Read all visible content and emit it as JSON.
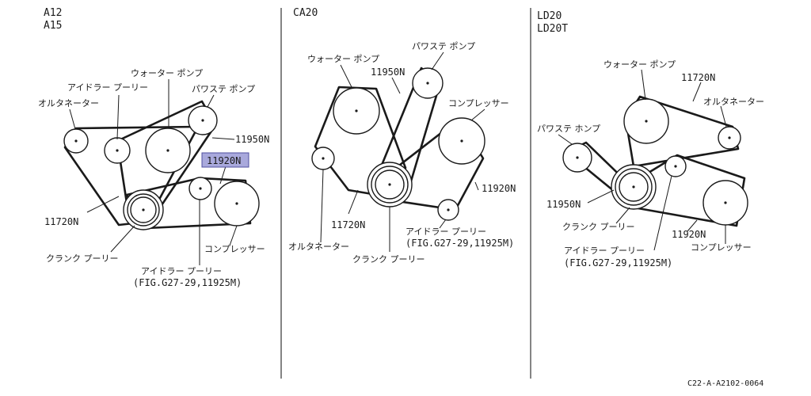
{
  "panels": [
    {
      "engine": [
        "A12",
        "A15"
      ],
      "labels": {
        "water_pump": "ウォーター ポンプ",
        "idler_pulley": "アイドラー プーリー",
        "alternator": "オルタネーター",
        "power_steering_pump": "パワステ ポンプ",
        "belt_11950n": "11950N",
        "belt_11920n": "11920N",
        "belt_11720n": "11720N",
        "crank_pulley": "クランク プーリー",
        "compressor": "コンプレッサー",
        "idler_pulley_lower": "アイドラー プーリー",
        "fig_ref": "(FIG.G27-29,11925M)"
      },
      "highlighted_part": "11920N"
    },
    {
      "engine": [
        "CA20"
      ],
      "labels": {
        "water_pump": "ウォーター ポンプ",
        "power_steering_pump": "パワステ ポンプ",
        "belt_11950n": "11950N",
        "compressor": "コンプレッサー",
        "belt_11920n": "11920N",
        "belt_11720n": "11720N",
        "idler_pulley": "アイドラー プーリー",
        "fig_ref": "(FIG.G27-29,11925M)",
        "alternator": "オルタネーター",
        "crank_pulley": "クランク プーリー"
      }
    },
    {
      "engine": [
        "LD20",
        "LD20T"
      ],
      "labels": {
        "water_pump": "ウォーター ポンプ",
        "belt_11720n": "11720N",
        "alternator": "オルタネーター",
        "power_steering_pump": "パワステ ホンプ",
        "belt_11950n": "11950N",
        "crank_pulley": "クランク プーリー",
        "belt_11920n": "11920N",
        "compressor": "コンプレッサー",
        "idler_pulley": "アイドラー プーリー",
        "fig_ref": "(FIG.G27-29,11925M)"
      }
    }
  ],
  "footer": {
    "code": "C22-A-A2102-0064"
  },
  "colors": {
    "highlight": "#a9a9dc",
    "highlight_border": "#5050a0",
    "ink": "#1a1a1a"
  }
}
